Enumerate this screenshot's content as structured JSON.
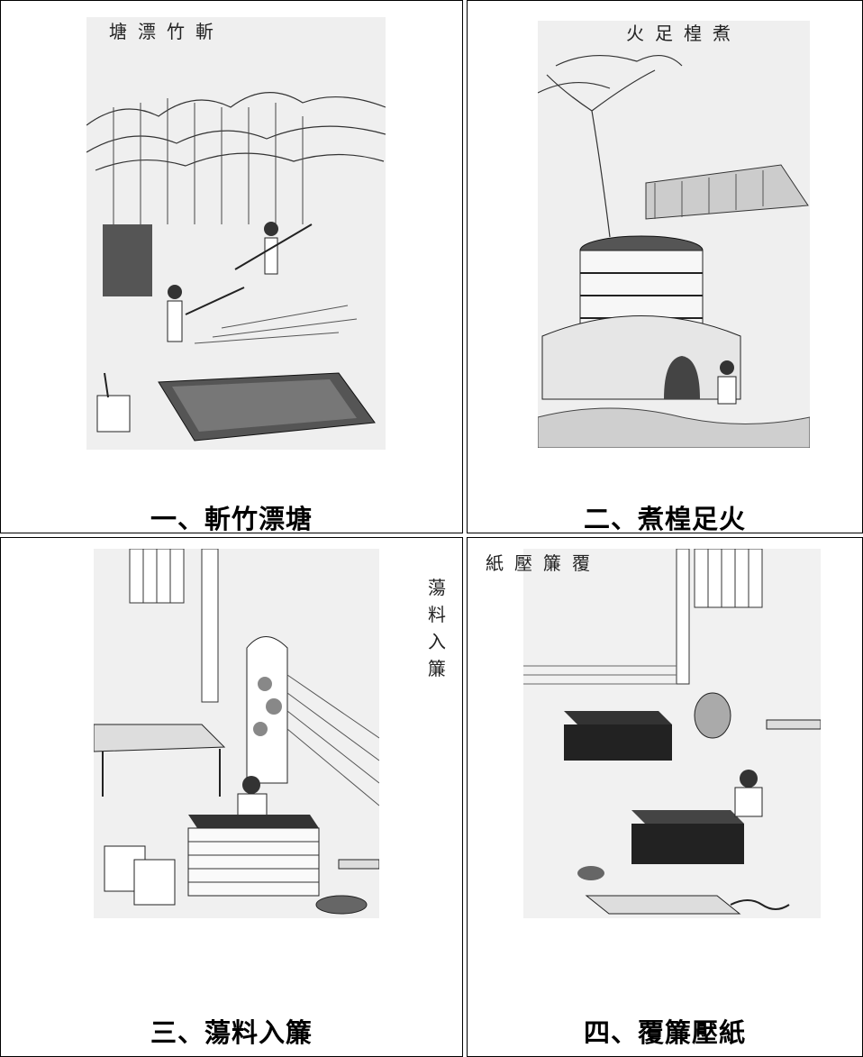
{
  "panels": [
    {
      "caption": "一、斬竹漂塘",
      "art_title": "塘漂竹斬",
      "illustration": "cutting-bamboo-scene"
    },
    {
      "caption": "二、煮楻足火",
      "art_title": "火足楻煮",
      "illustration": "boiling-vat-scene"
    },
    {
      "caption": "三、蕩料入簾",
      "art_title": "蕩料入簾",
      "illustration": "scooping-pulp-scene"
    },
    {
      "caption": "四、覆簾壓紙",
      "art_title": "紙壓簾覆",
      "illustration": "pressing-paper-scene"
    }
  ]
}
